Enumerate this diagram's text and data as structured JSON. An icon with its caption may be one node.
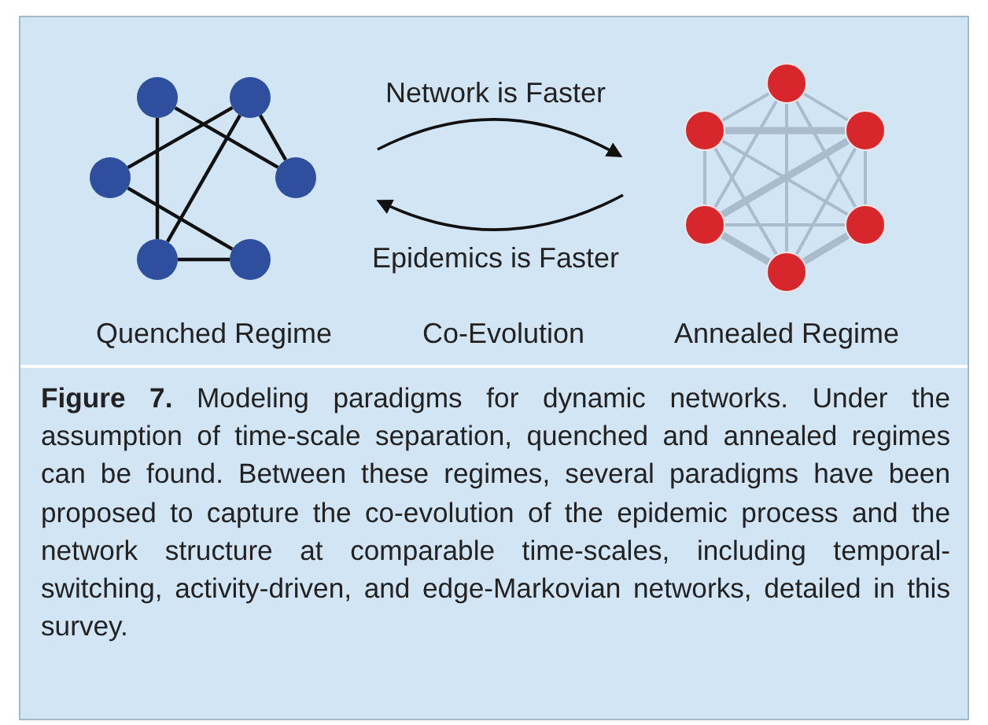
{
  "diagram": {
    "caption": "**Figure 7.** Modeling paradigms for dynamic networks. Under the assumption of time-scale separation, quenched and annealed regimes can be found. Between these regimes, several paradigms have been proposed to capture the co-evolution of the epidemic process and the network structure at comparable time-scales, including temporal-switching, activity-driven, and edge-Markovian networks, detailed in this survey.",
    "nodes": [
      {
        "text": [],
        "shape": "circle"
      },
      {
        "text": [],
        "shape": "circle"
      },
      {
        "text": [],
        "shape": "circle"
      },
      {
        "text": [],
        "shape": "circle"
      },
      {
        "text": [],
        "shape": "circle"
      },
      {
        "text": [],
        "shape": "circle"
      },
      {
        "text": [],
        "shape": "circle"
      },
      {
        "text": [],
        "shape": "circle"
      },
      {
        "text": [],
        "shape": "circle"
      },
      {
        "text": [],
        "shape": "circle"
      },
      {
        "text": [],
        "shape": "circle"
      },
      {
        "text": [],
        "shape": "circle"
      }
    ],
    "edges": [
      {
        "from": 0,
        "to": 3,
        "arrow": "none",
        "color": "#111111"
      },
      {
        "from": 1,
        "to": 3,
        "arrow": "none",
        "color": "#111111"
      },
      {
        "from": 1,
        "to": 2,
        "arrow": "none",
        "color": "#111111"
      },
      {
        "from": 1,
        "to": 4,
        "arrow": "none",
        "color": "#111111"
      },
      {
        "from": 0,
        "to": 4,
        "arrow": "none",
        "color": "#111111"
      },
      {
        "from": 2,
        "to": 5,
        "arrow": "none",
        "color": "#111111"
      },
      {
        "from": 4,
        "to": 5,
        "arrow": "none",
        "color": "#111111"
      },
      {
        "from": 6,
        "to": 7,
        "arrow": "none"
      },
      {
        "from": 6,
        "to": 8,
        "arrow": "none"
      },
      {
        "from": 6,
        "to": 9,
        "arrow": "none"
      },
      {
        "from": 6,
        "to": 10,
        "arrow": "none"
      },
      {
        "from": 6,
        "to": 11,
        "arrow": "none"
      },
      {
        "from": 7,
        "to": 8,
        "arrow": "none",
        "style": "thick"
      },
      {
        "from": 7,
        "to": 9,
        "arrow": "none"
      },
      {
        "from": 7,
        "to": 10,
        "arrow": "none"
      },
      {
        "from": 7,
        "to": 11,
        "arrow": "none"
      },
      {
        "from": 8,
        "to": 9,
        "arrow": "none",
        "style": "thick"
      },
      {
        "from": 8,
        "to": 10,
        "arrow": "none"
      },
      {
        "from": 8,
        "to": 11,
        "arrow": "none"
      },
      {
        "from": 9,
        "to": 10,
        "arrow": "none"
      },
      {
        "from": 9,
        "to": 11,
        "arrow": "none",
        "style": "thick"
      },
      {
        "from": 10,
        "to": 11,
        "arrow": "none",
        "style": "thick"
      }
    ],
    "labels": [
      "Network is Faster",
      "Epidemics is Faster",
      "Quenched Regime",
      "Co-Evolution",
      "Annealed Regime"
    ]
  }
}
